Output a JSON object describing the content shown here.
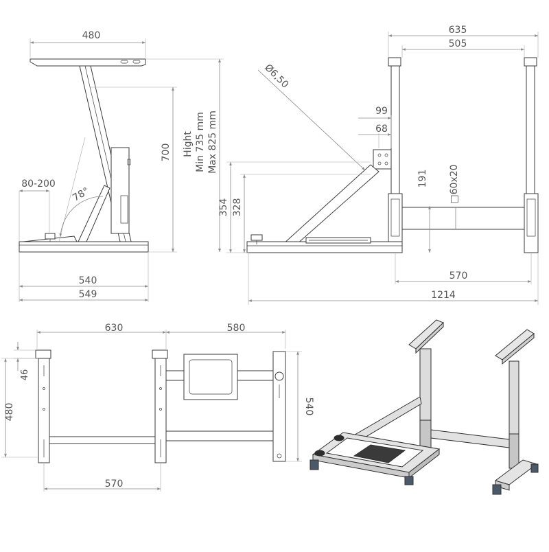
{
  "side_view": {
    "top_width": "480",
    "height_700": "700",
    "height_note": [
      "Hight",
      "Min 735 mm",
      "Max 825 mm"
    ],
    "pedal_adjust": "80-200",
    "angle": "78°",
    "base_540": "540",
    "base_549": "549"
  },
  "front_view": {
    "width_635": "635",
    "width_505": "505",
    "hole_diameter": "Ø6,50",
    "offset_99": "99",
    "offset_68": "68",
    "height_354": "354",
    "height_328": "328",
    "height_191": "191",
    "tube_section": "□60x20",
    "width_570": "570",
    "total_1214": "1214"
  },
  "top_view": {
    "length_630": "630",
    "length_580": "580",
    "depth_46": "46",
    "depth_480": "480",
    "depth_540": "540",
    "width_570": "570"
  },
  "colors": {
    "dimension": "#8a8a8a",
    "steel": "#dcdcdc",
    "outline": "#3a3a3a",
    "feet": "#4a5a6a"
  }
}
